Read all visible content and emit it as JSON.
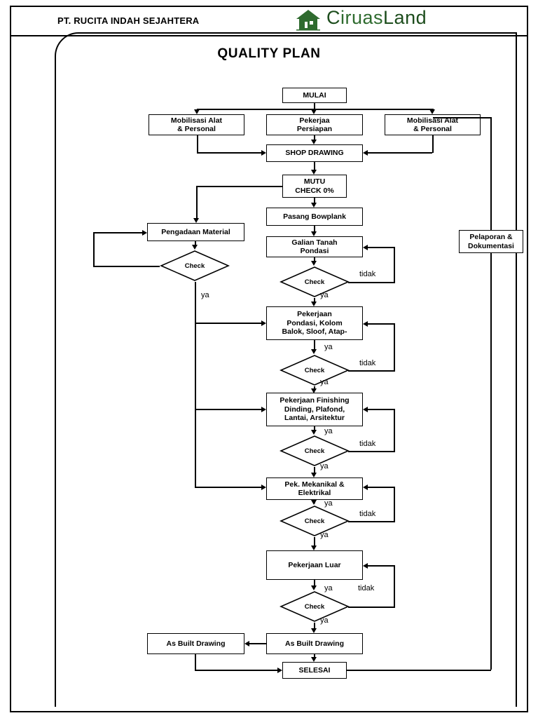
{
  "header": {
    "company": "PT. RUCITA INDAH SEJAHTERA",
    "logo_icon": "house-icon",
    "logo_text_1": "C",
    "logo_text_2": "iruas",
    "logo_text_3": "Land",
    "logo_color": "#2f6b2f",
    "title": "QUALITY PLAN"
  },
  "nodes": {
    "mulai": "MULAI",
    "mob_left": "Mobilisasi   Alat\n& Personal",
    "pekerjaan_persiapan": "Pekerjaa\nPersiapan",
    "mob_right": "Mobilisasi Alat\n& Personal",
    "shop_drawing": "SHOP DRAWING",
    "mutu_check": "MUTU\nCHECK 0%",
    "pasang_bowplank": "Pasang Bowplank",
    "galian": "Galian Tanah\nPondasi",
    "pengadaan_material": "Pengadaan Material",
    "pelaporan": "Pelaporan &\nDokumentasi",
    "pondasi": "Pekerjaan\nPondasi, Kolom\nBalok, Sloof, Atap-",
    "finishing": "Pekerjaan Finishing\nDinding, Plafond,\nLantai, Arsitektur",
    "mekanikal": "Pek. Mekanikal &\nElektrikal",
    "pekerjaan_luar": "Pekerjaan Luar",
    "as_built_center": "As Built Drawing",
    "as_built_left": "As Built Drawing",
    "selesai": "SELESAI",
    "check": "Check"
  },
  "decisions": [
    {
      "id": "check-material",
      "label": "Check",
      "yes": "ya",
      "no": ""
    },
    {
      "id": "check-galian",
      "label": "Check",
      "yes": "ya",
      "no": "tidak"
    },
    {
      "id": "check-pondasi",
      "label": "Check",
      "yes": "ya",
      "no": "tidak"
    },
    {
      "id": "check-finishing",
      "label": "Check",
      "yes": "ya",
      "no": "tidak"
    },
    {
      "id": "check-mekanikal",
      "label": "Check",
      "yes": "ya",
      "no": "tidak"
    },
    {
      "id": "check-luar",
      "label": "Check",
      "yes": "ya",
      "no": "tidak"
    }
  ],
  "edge_labels": {
    "ya": "ya",
    "tidak": "tidak"
  }
}
